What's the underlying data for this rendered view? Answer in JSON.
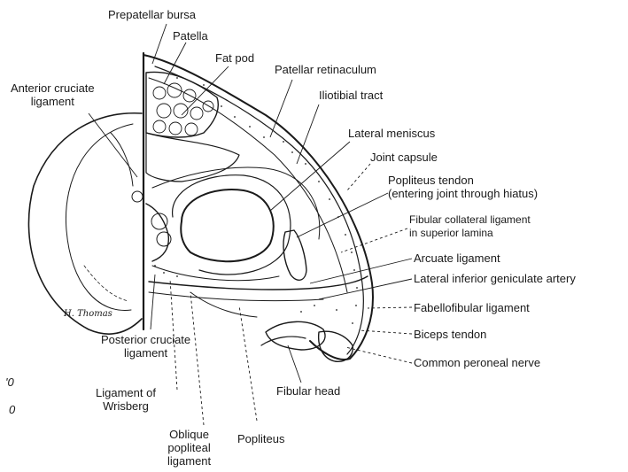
{
  "labels": {
    "prepatellar_bursa": "Prepatellar bursa",
    "patella": "Patella",
    "fat_pod": "Fat pod",
    "patellar_retinaculum": "Patellar retinaculum",
    "iliotibial_tract": "Iliotibial tract",
    "anterior_cruciate": [
      "Anterior cruciate",
      "ligament"
    ],
    "lateral_meniscus": "Lateral meniscus",
    "joint_capsule": "Joint capsule",
    "popliteus_tendon": [
      "Popliteus tendon",
      "(entering joint through hiatus)"
    ],
    "fibular_collateral": [
      "Fibular collateral ligament",
      "in superior lamina"
    ],
    "arcuate_ligament": "Arcuate ligament",
    "lateral_inferior_genicular": "Lateral inferior geniculate artery",
    "fabellofibular": "Fabellofibular ligament",
    "biceps_tendon": "Biceps tendon",
    "common_peroneal": "Common peroneal nerve",
    "posterior_cruciate": [
      "Posterior cruciate",
      "ligament"
    ],
    "ligament_wrisberg": [
      "Ligament of",
      "Wrisberg"
    ],
    "fibular_head": "Fibular head",
    "oblique_popliteal": [
      "Oblique",
      "popliteal",
      "ligament"
    ],
    "popliteus": "Popliteus",
    "signature": "H. Thomas",
    "margin_marks": [
      "'0",
      "0"
    ]
  },
  "colors": {
    "ink": "#1a1a1a",
    "paper": "#ffffff"
  }
}
